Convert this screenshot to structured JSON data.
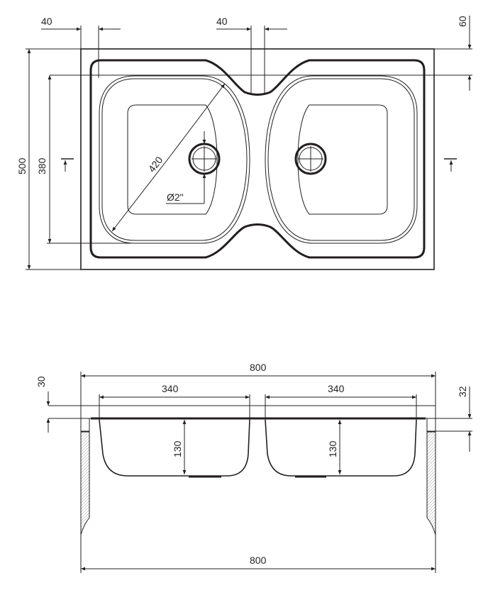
{
  "top_view": {
    "dim_left_margin": "40",
    "dim_center_divider": "40",
    "dim_top_margin": "60",
    "dim_overall_depth": "500",
    "dim_bowl_depth": "380",
    "dim_bowl_diagonal": "420",
    "dim_drain": "Ø2\""
  },
  "side_view": {
    "dim_overall_width": "800",
    "dim_left_bowl_width": "340",
    "dim_right_bowl_width": "340",
    "dim_rim_height": "30",
    "dim_rim_right": "32",
    "dim_left_bowl_height": "130",
    "dim_right_bowl_height": "130",
    "dim_cabinet_width": "800"
  },
  "colors": {
    "line": "#231f20",
    "background": "#ffffff"
  }
}
